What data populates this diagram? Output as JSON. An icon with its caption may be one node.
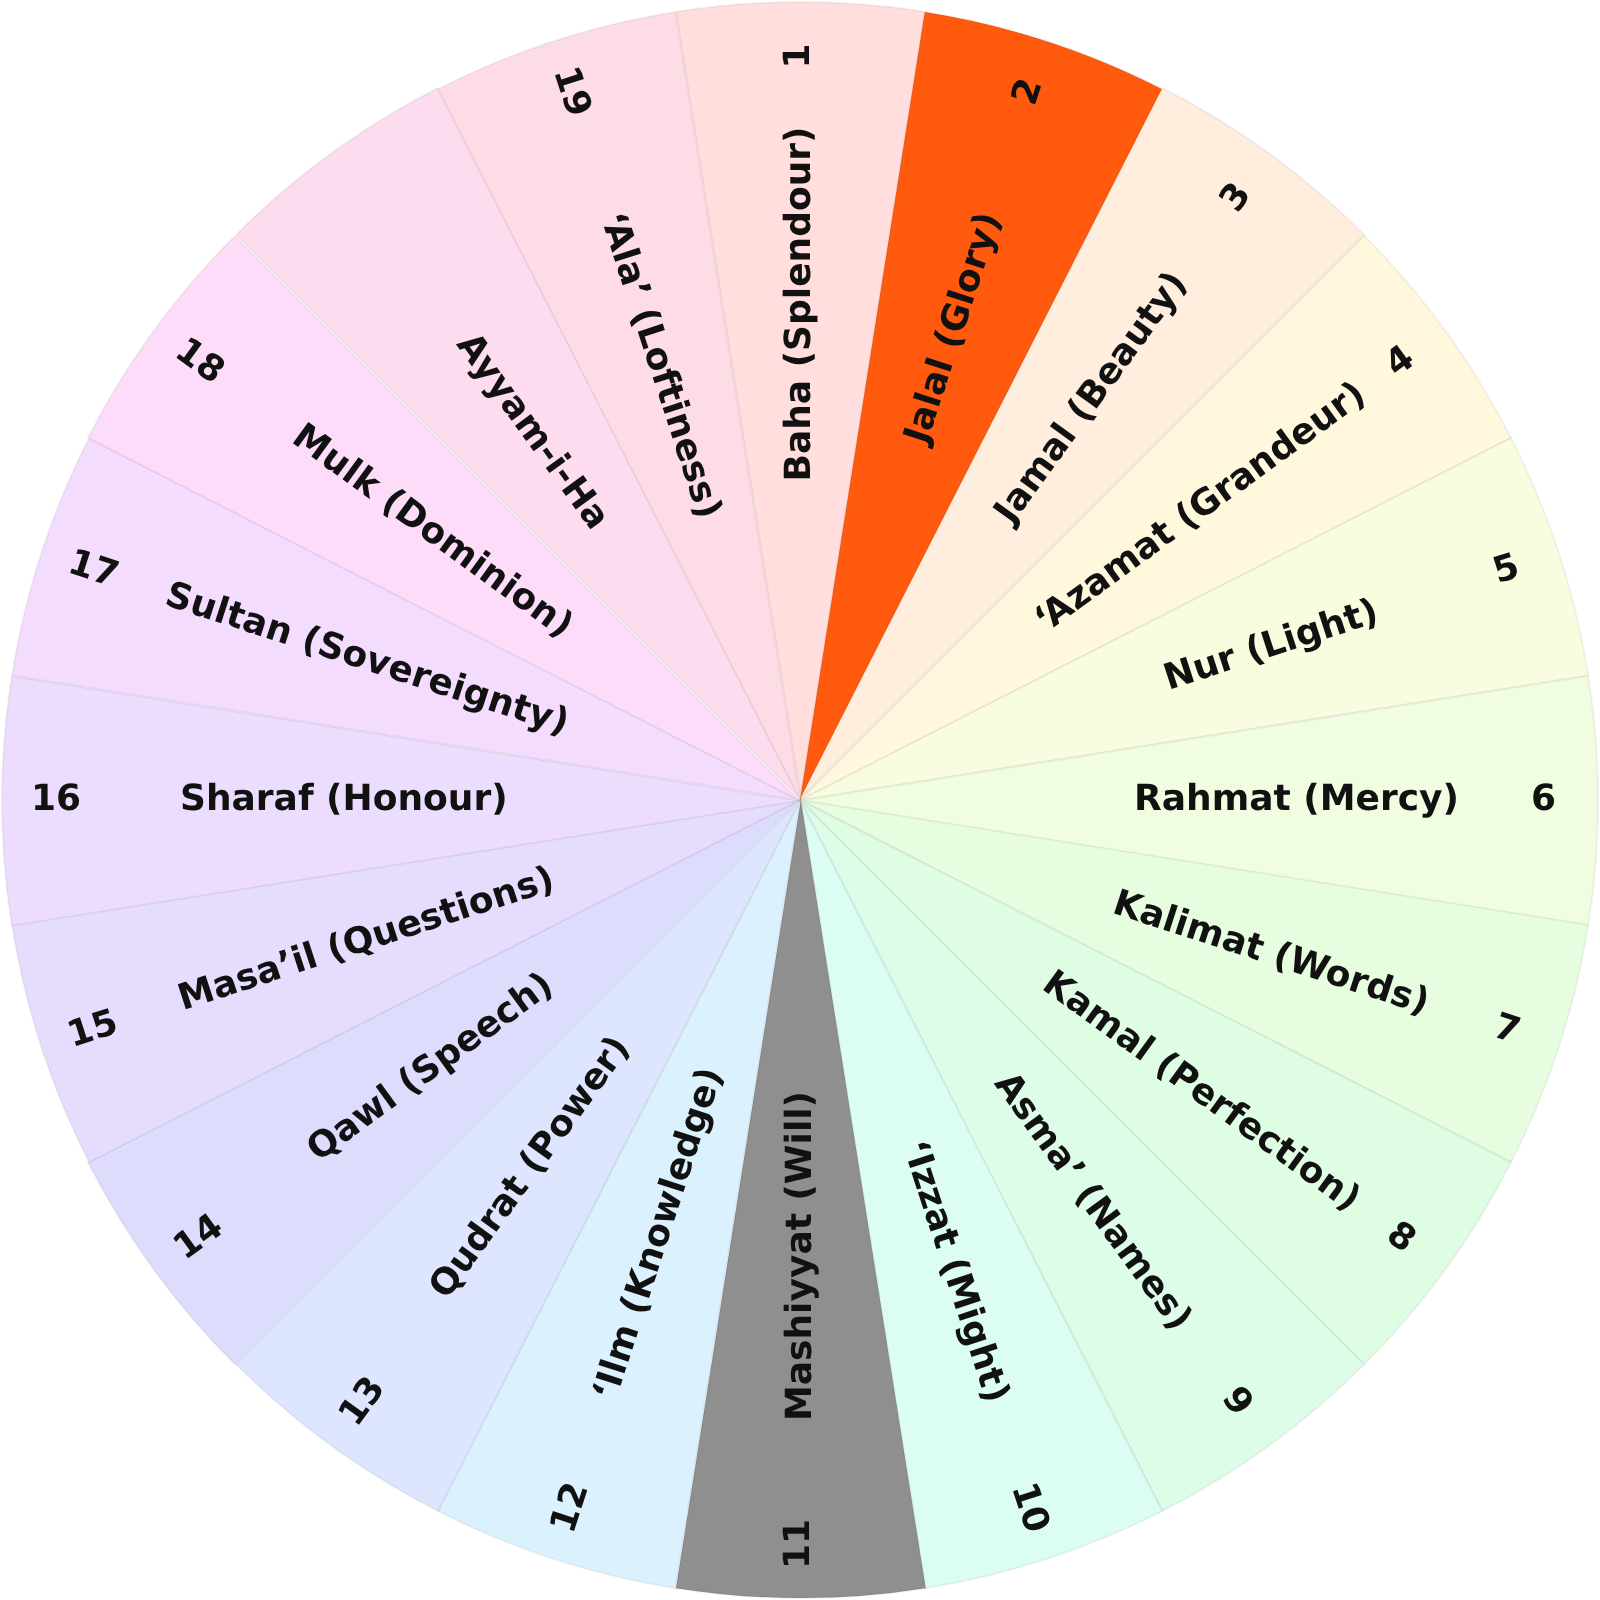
{
  "diagram": {
    "nodes": [
      {
        "text": [
          "Baha (Splendour)",
          "1"
        ]
      },
      {
        "text": [
          "Jalal (Glory)",
          "2"
        ]
      },
      {
        "text": [
          "Jamal (Beauty)",
          "3"
        ]
      },
      {
        "text": [
          "‘Azamat (Grandeur)",
          "4"
        ]
      },
      {
        "text": [
          "Nur (Light)",
          "5"
        ]
      },
      {
        "text": [
          "Rahmat (Mercy)",
          "6"
        ]
      },
      {
        "text": [
          "Kalimat (Words)",
          "7"
        ]
      },
      {
        "text": [
          "Kamal (Perfection)",
          "8"
        ]
      },
      {
        "text": [
          "Asma’ (Names)",
          "9"
        ]
      },
      {
        "text": [
          "‘Izzat (Might)",
          "10"
        ]
      },
      {
        "text": [
          "11",
          "Mashiyyat (Will)"
        ]
      },
      {
        "text": [
          "12",
          "‘Ilm (Knowledge)"
        ]
      },
      {
        "text": [
          "13",
          "Qudrat (Power)"
        ]
      },
      {
        "text": [
          "14",
          "Qawl (Speech)"
        ]
      },
      {
        "text": [
          "15",
          "Masa’il (Questions)"
        ]
      },
      {
        "text": [
          "16",
          "Sharaf (Honour)"
        ]
      },
      {
        "text": [
          "17",
          "Sultan (Sovereignty)"
        ]
      },
      {
        "text": [
          "18",
          "Mulk (Dominion)"
        ]
      },
      {
        "text": [
          "Ayyam-i-Ha"
        ]
      },
      {
        "text": [
          "19",
          "‘Ala’ (Loftiness)"
        ]
      }
    ]
  }
}
